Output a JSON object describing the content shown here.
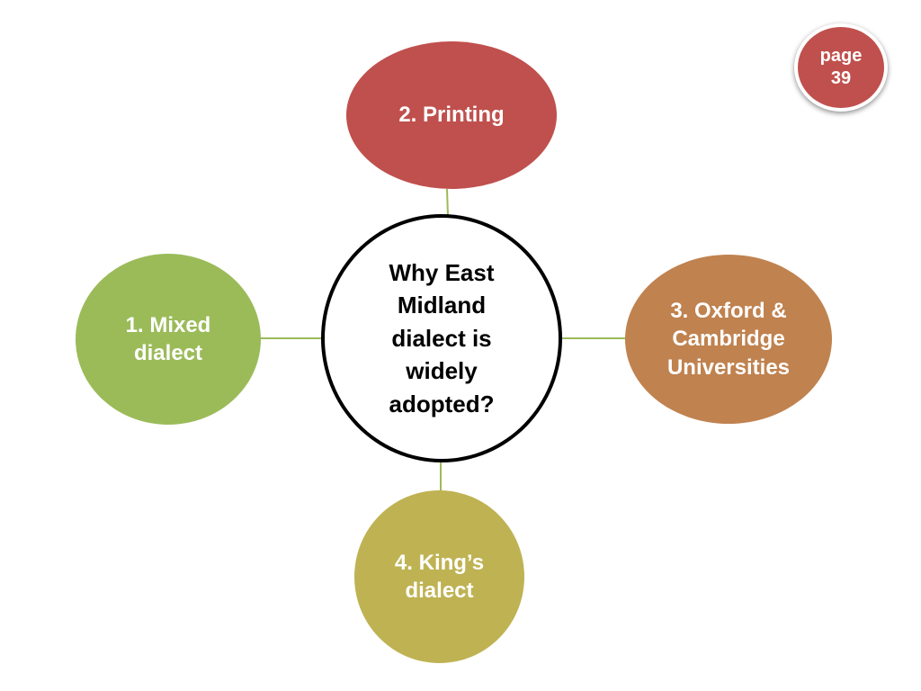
{
  "diagram": {
    "center": {
      "lines": [
        "Why East",
        "Midland",
        "dialect is",
        "widely",
        "adopted?"
      ]
    },
    "nodes": {
      "printing": {
        "lines": [
          "2. Printing"
        ],
        "color": "#c0504d"
      },
      "mixed": {
        "lines": [
          "1. Mixed",
          "dialect"
        ],
        "color": "#9bbb59"
      },
      "oxford": {
        "lines": [
          "3. Oxford &",
          "Cambridge",
          "Universities"
        ],
        "color": "#c0824f"
      },
      "king": {
        "lines": [
          "4. King’s",
          "dialect"
        ],
        "color": "#bfb253"
      }
    },
    "connector_color": "#9bbb59"
  },
  "page_badge": {
    "line1": "page",
    "line2": "39",
    "color": "#c0504d"
  }
}
